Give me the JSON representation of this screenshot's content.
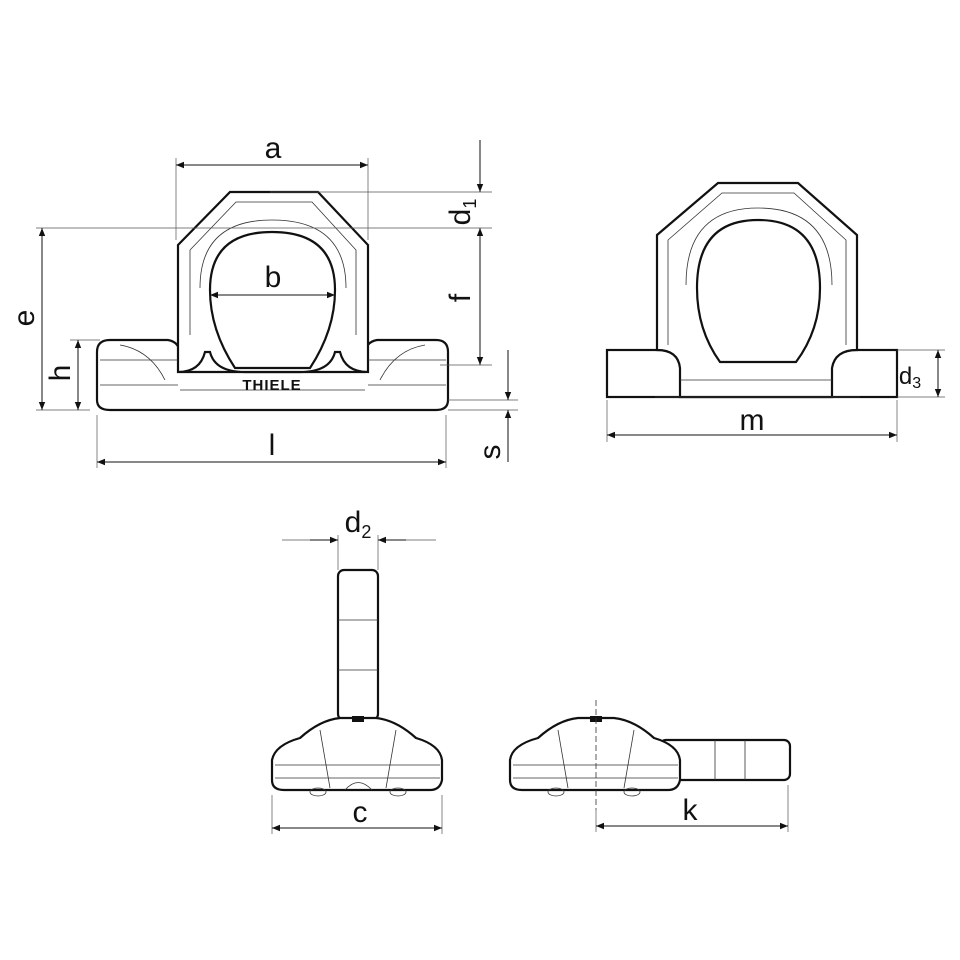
{
  "title": "Lashing point technical drawing",
  "brand": "THIELE",
  "dimensions": {
    "a": "a",
    "b": "b",
    "d1": {
      "base": "d",
      "sub": "1"
    },
    "d2": {
      "base": "d",
      "sub": "2"
    },
    "d3": {
      "base": "d",
      "sub": "3"
    },
    "e": "e",
    "f": "f",
    "h": "h",
    "l": "l",
    "s": "s",
    "m": "m",
    "c": "c",
    "k": "k"
  }
}
